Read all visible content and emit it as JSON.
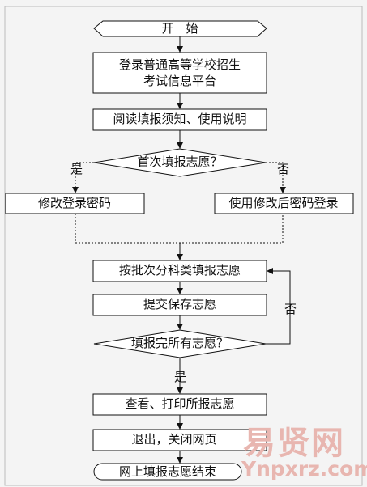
{
  "flowchart": {
    "start": "开　始",
    "step_login": [
      "登录普通高等学校招生",
      "考试信息平台"
    ],
    "step_read": "阅读填报须知、使用说明",
    "decision_first": "首次填报志愿？",
    "yes": "是",
    "no": "否",
    "step_change_pw": "修改登录密码",
    "step_login_new": "使用修改后密码登录",
    "step_fill": "按批次分科类填报志愿",
    "step_save": "提交保存志愿",
    "decision_all": "填报完所有志愿？",
    "step_print": "查看、打印所报志愿",
    "step_exit": "退出，关闭网页",
    "end": "网上填报志愿结束"
  },
  "watermark": {
    "cn": "易贤网",
    "url": "Ynpxrz.com"
  }
}
